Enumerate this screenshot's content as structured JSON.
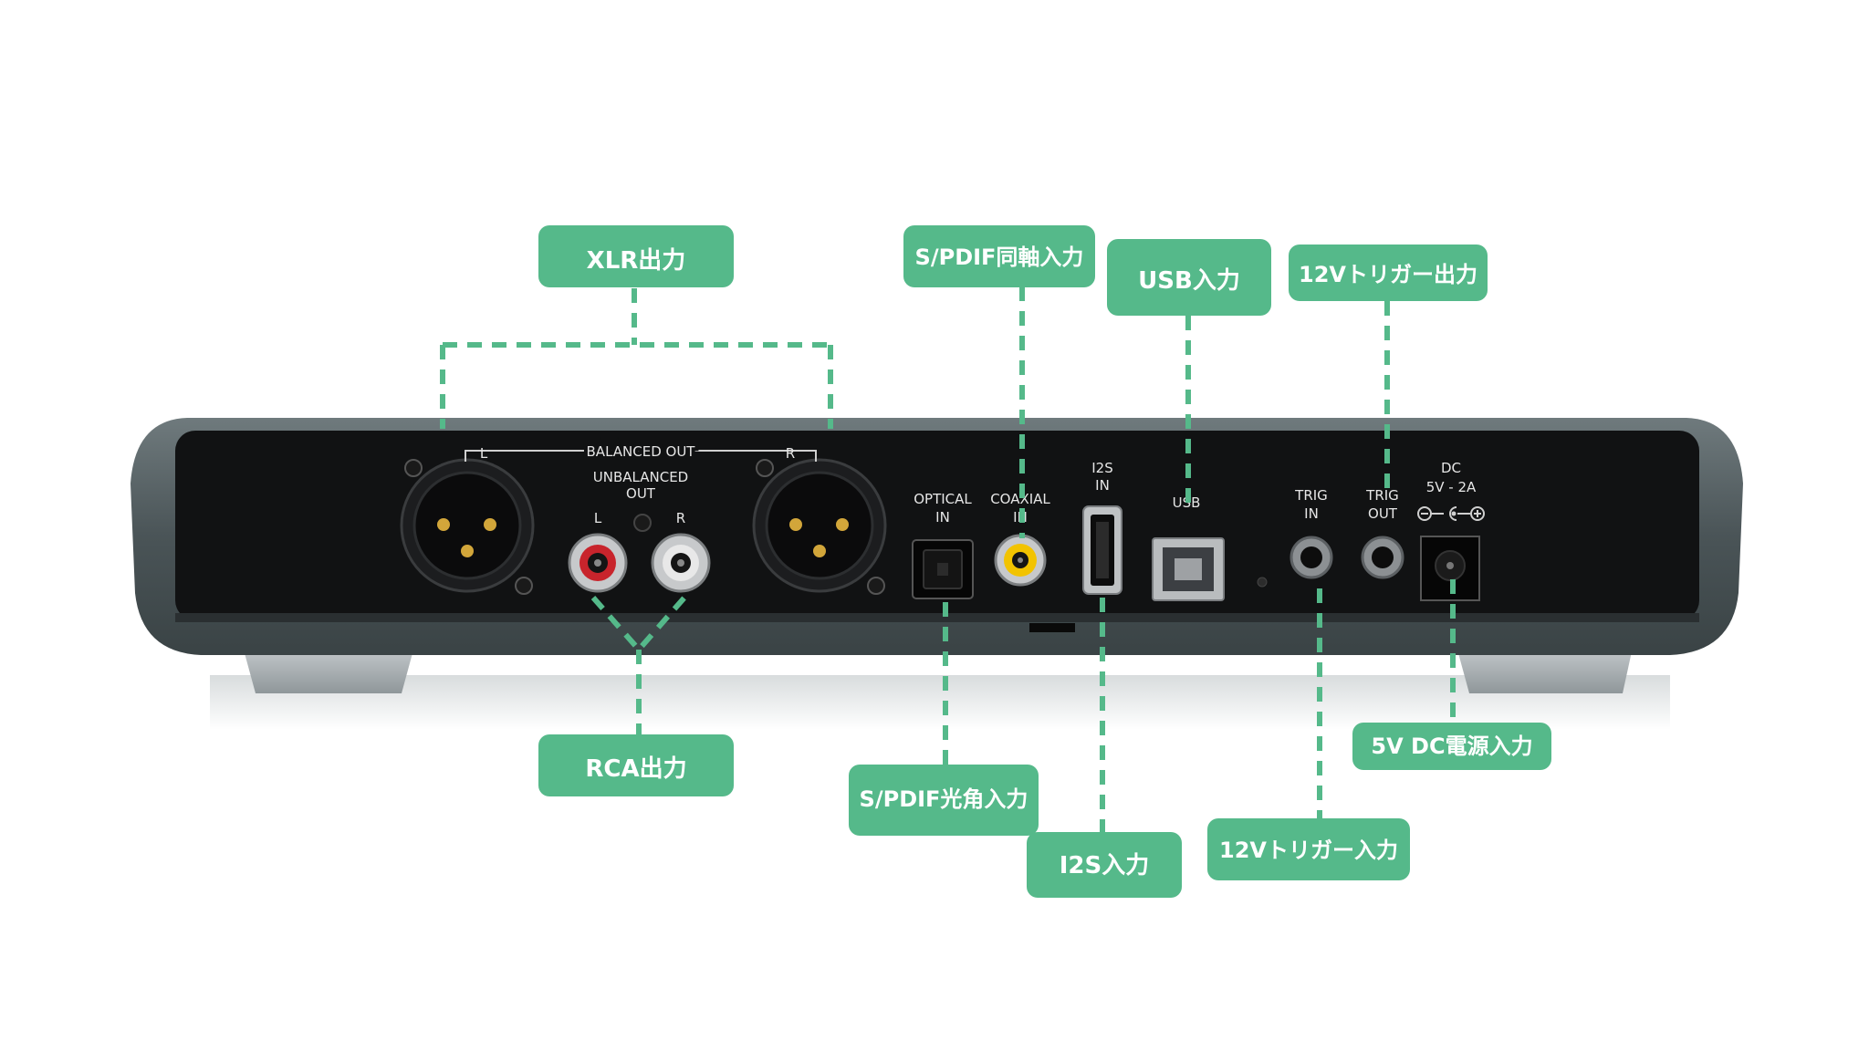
{
  "device": {
    "panel_labels": {
      "balanced_out": "BALANCED OUT",
      "left_marker": "L",
      "right_marker": "R",
      "unbalanced_line1": "UNBALANCED",
      "unbalanced_line2": "OUT",
      "rca_left": "L",
      "rca_right": "R",
      "optical_line1": "OPTICAL",
      "optical_line2": "IN",
      "coaxial_line1": "COAXIAL",
      "coaxial_line2": "IN",
      "i2s_line1": "I2S",
      "i2s_line2": "IN",
      "usb": "USB",
      "trig_in_line1": "TRIG",
      "trig_in_line2": "IN",
      "trig_out_line1": "TRIG",
      "trig_out_line2": "OUT",
      "dc_line1": "DC",
      "dc_line2": "5V - 2A"
    }
  },
  "callouts": {
    "xlr": "XLR出力",
    "spdif_coaxial": "S/PDIF同軸入力",
    "usb": "USB入力",
    "trigger_out": "12Vトリガー出力",
    "rca": "RCA出力",
    "spdif_optical": "S/PDIF光角入力",
    "i2s": "I2S入力",
    "trigger_in": "12Vトリガー入力",
    "dc_power": "5V DC電源入力"
  },
  "colors": {
    "callout_green": "#55b98a",
    "chassis_gray": "#4b5558",
    "panel_black": "#111213",
    "gold_pin": "#d2a63a",
    "rca_red": "#c8242c",
    "coax_yellow": "#f2c300"
  }
}
